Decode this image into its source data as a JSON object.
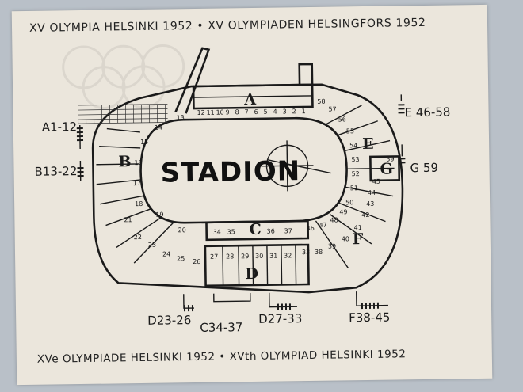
{
  "header": {
    "left": "XV OLYMPIA HELSINKI 1952",
    "separator": "•",
    "right": "XV OLYMPIADEN HELSINGFORS 1952"
  },
  "footer": {
    "left": "XVe OLYMPIADE HELSINKI 1952",
    "separator": "•",
    "right": "XVth OLYMPIAD HELSINKI 1952"
  },
  "map": {
    "center_label": "STADION",
    "stands": [
      "A",
      "B",
      "C",
      "D",
      "E",
      "F",
      "G"
    ],
    "gates": {
      "a": "A1-12",
      "b": "B13-22",
      "d_left": "D23-26",
      "c": "C34-37",
      "d_right": "D27-33",
      "f": "F38-45",
      "g": "G 59",
      "e": "E 46-58"
    },
    "sections": {
      "a": [
        "12",
        "11",
        "10",
        "9",
        "8",
        "7",
        "6",
        "5",
        "4",
        "3",
        "2",
        "1"
      ],
      "c": [
        "34",
        "35",
        "36",
        "37"
      ],
      "d": [
        "27",
        "28",
        "29",
        "30",
        "31",
        "32"
      ],
      "misc": {
        "s13": "13",
        "s14": "14",
        "s15": "15",
        "s16": "16",
        "s17": "17",
        "s18": "18",
        "s19": "19",
        "s20": "20",
        "s21": "21",
        "s22": "22",
        "s23": "23",
        "s24": "24",
        "s25": "25",
        "s26": "26",
        "s33": "33",
        "s38": "38",
        "s39": "39",
        "s40": "40",
        "s41": "41",
        "s42": "42",
        "s43": "43",
        "s44": "44",
        "s45": "45",
        "s46": "46",
        "s47": "47",
        "s48": "48",
        "s49": "49",
        "s50": "50",
        "s51": "51",
        "s52": "52",
        "s53": "53",
        "s54": "54",
        "s55": "55",
        "s56": "56",
        "s57": "57",
        "s58": "58",
        "s59": "59"
      }
    }
  }
}
